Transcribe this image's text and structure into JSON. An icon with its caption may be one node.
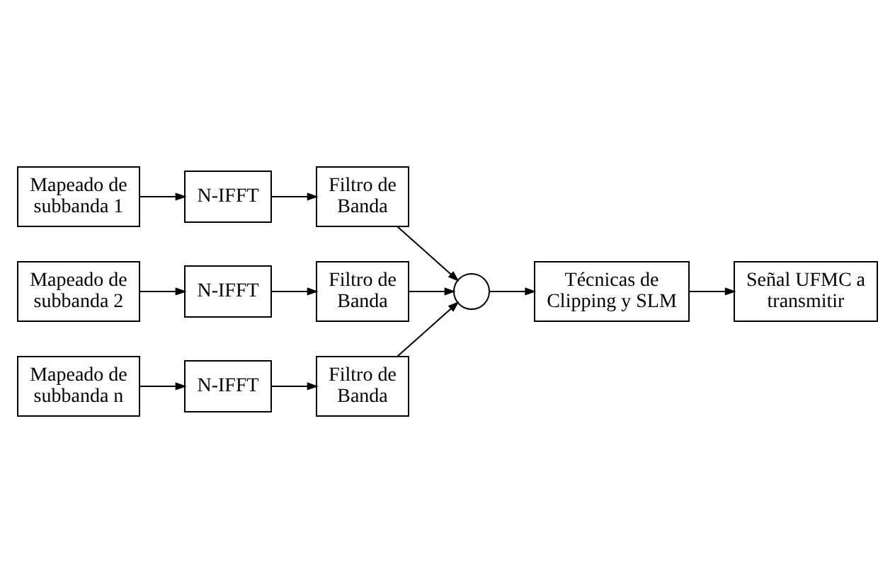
{
  "diagram": {
    "nodes": [
      {
        "text": [
          "Mapeado de subbanda 1"
        ]
      },
      {
        "text": [
          "N-IFFT"
        ]
      },
      {
        "text": [
          "Filtro de Banda"
        ]
      },
      {
        "text": [
          "Mapeado de subbanda 2"
        ]
      },
      {
        "text": [
          "N-IFFT"
        ]
      },
      {
        "text": [
          "Filtro de Banda"
        ]
      },
      {
        "text": [
          "Mapeado de subbanda n"
        ]
      },
      {
        "text": [
          "N-IFFT"
        ]
      },
      {
        "text": [
          "Filtro de Banda"
        ]
      },
      {
        "text": [],
        "shape": "circle"
      },
      {
        "text": [
          "Técnicas de Clipping y SLM"
        ]
      },
      {
        "text": [
          "Señal UFMC a transmitir"
        ]
      }
    ],
    "edges": [
      {
        "from": 0,
        "to": 1,
        "arrow": "to"
      },
      {
        "from": 1,
        "to": 2,
        "arrow": "to"
      },
      {
        "from": 2,
        "to": 9,
        "arrow": "to"
      },
      {
        "from": 3,
        "to": 4,
        "arrow": "to"
      },
      {
        "from": 4,
        "to": 5,
        "arrow": "to"
      },
      {
        "from": 5,
        "to": 9,
        "arrow": "to"
      },
      {
        "from": 6,
        "to": 7,
        "arrow": "to"
      },
      {
        "from": 7,
        "to": 8,
        "arrow": "to"
      },
      {
        "from": 8,
        "to": 9,
        "arrow": "to"
      },
      {
        "from": 9,
        "to": 10,
        "arrow": "to"
      },
      {
        "from": 10,
        "to": 11,
        "arrow": "to"
      }
    ]
  }
}
